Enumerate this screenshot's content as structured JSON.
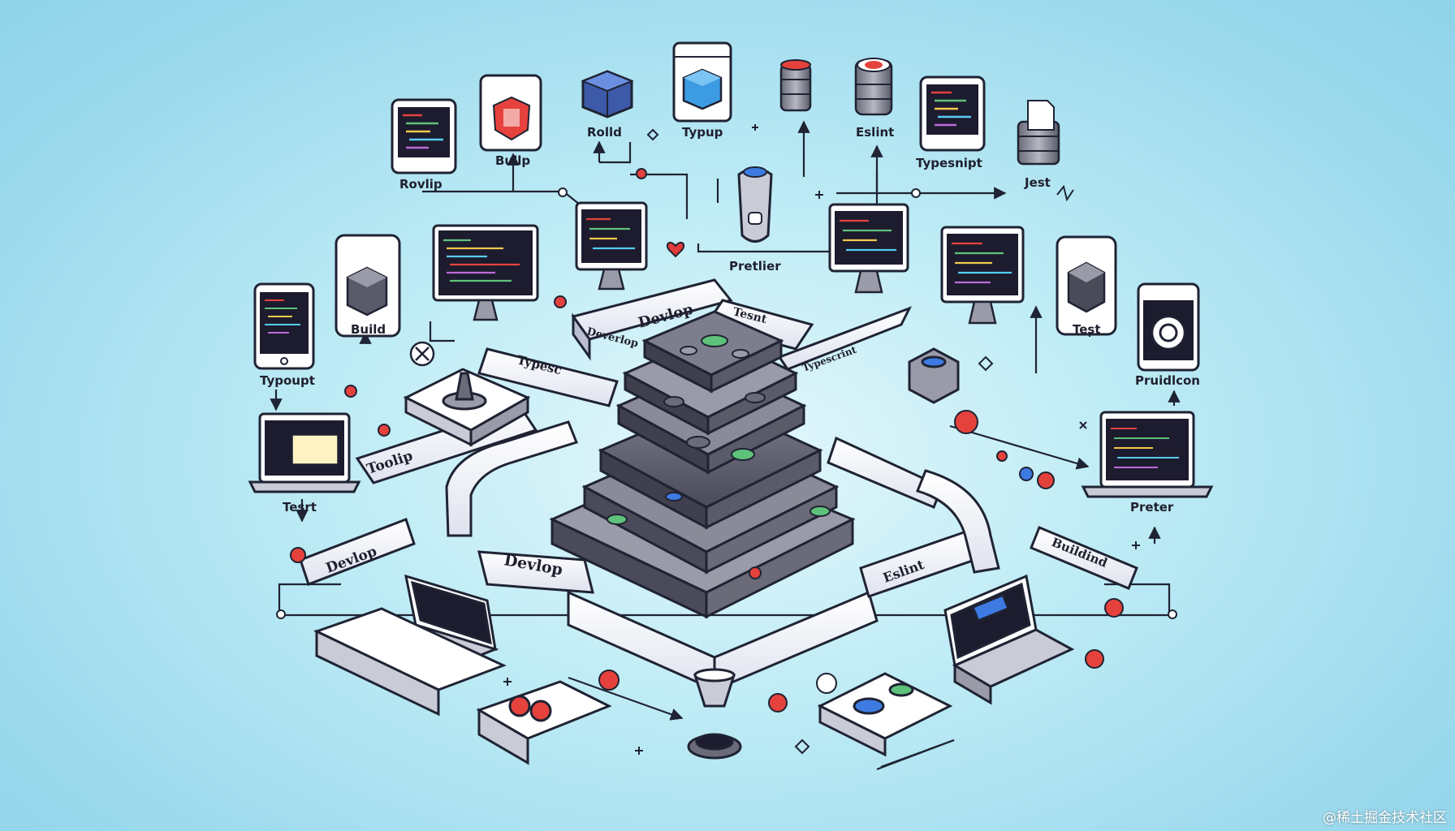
{
  "labels": {
    "rovlip": "Rovlip",
    "bullp": "Bullp",
    "rolld": "Rolld",
    "typup": "Typup",
    "eslint": "Eslint",
    "typesnipt": "Typesnipt",
    "jest": "Jest",
    "pretlier": "Pretlier",
    "build": "Build",
    "typoupt": "Typoupt",
    "test": "Test",
    "pruidlcon": "Pruidlcon",
    "tesrt": "Tesrt",
    "preter": "Preter"
  },
  "ribbons": {
    "develop_top": "Devlop",
    "tesnt": "Tesnt",
    "deverlop_back": "Deverlop",
    "typesc": "Typesc",
    "typescrint": "Typescrint",
    "toolip": "Toolip",
    "develop_left": "Devlop",
    "develop_front": "Devlop",
    "eslint_front": "Eslint",
    "builind": "Buildind"
  },
  "colors": {
    "accent_blue": "#3d7be3",
    "screen_dark": "#1d1b2e",
    "heart": "#e23b3b",
    "node_red": "#e5423d"
  },
  "watermark": "@稀土掘金技术社区"
}
